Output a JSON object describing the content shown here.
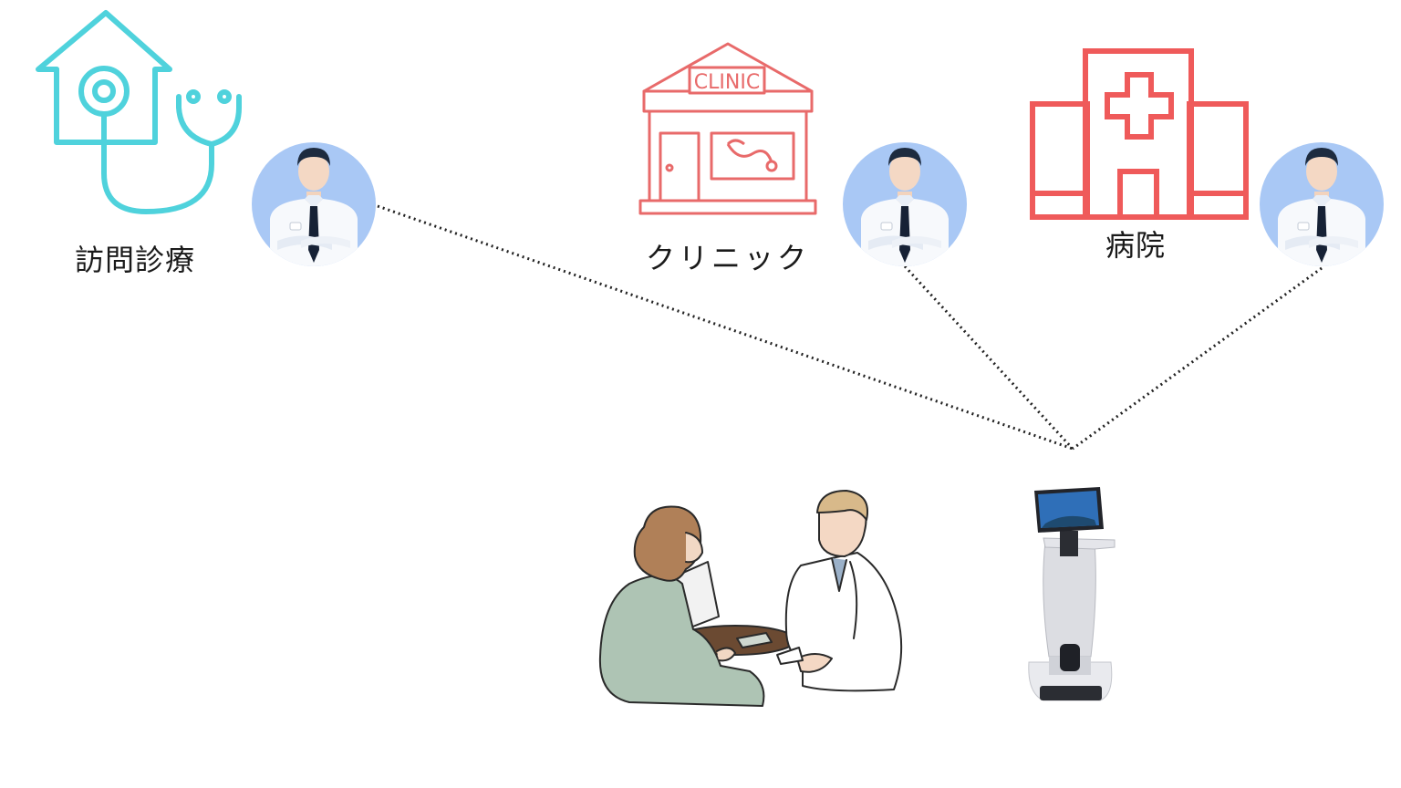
{
  "labels": {
    "home_visit": "訪問診療",
    "clinic": "クリニック",
    "hospital": "病院"
  },
  "clinic_sign": "CLINIC",
  "colors": {
    "home_icon": "#4fd2dc",
    "clinic_icon": "#e86a6a",
    "hospital_icon": "#ef5a5a",
    "avatar_bg": "#a9c8f5",
    "line": "#222222"
  },
  "icons": [
    "house-stethoscope-icon",
    "clinic-building-icon",
    "hospital-building-icon",
    "doctor-avatar-icon",
    "consultation-illustration",
    "telepresence-robot-icon"
  ]
}
